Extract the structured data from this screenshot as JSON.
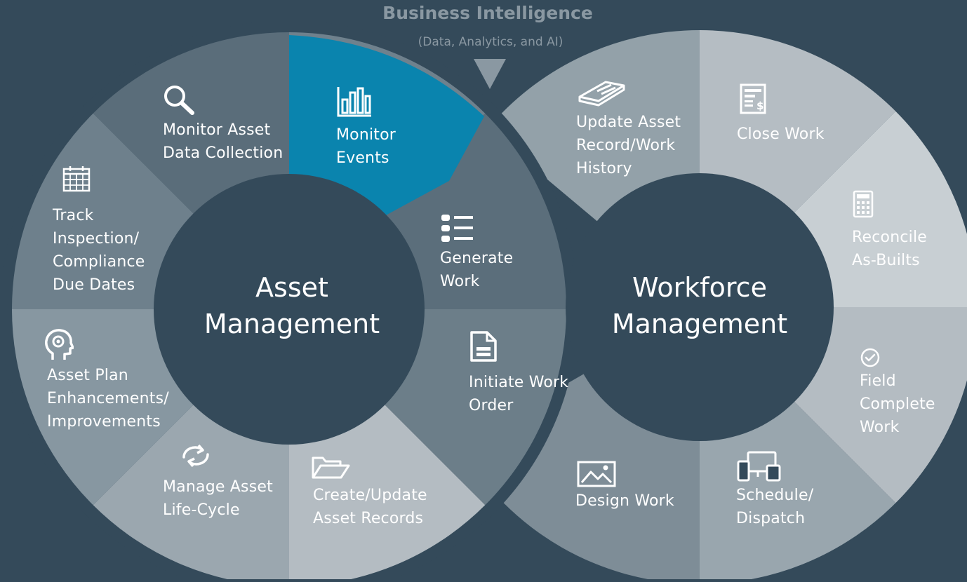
{
  "header": {
    "title": "Business Intelligence",
    "subtitle": "(Data, Analytics, and AI)"
  },
  "asset_management": {
    "title": "Asset\nManagement",
    "segments": [
      {
        "label": "Monitor Asset\nData Collection",
        "icon": "magnifier-icon"
      },
      {
        "label": "Monitor\nEvents",
        "icon": "bar-chart-icon"
      },
      {
        "label": "Generate\nWork",
        "icon": "list-icon"
      },
      {
        "label": "Initiate Work\nOrder",
        "icon": "document-icon"
      },
      {
        "label": "Create/Update\nAsset Records",
        "icon": "folder-icon"
      },
      {
        "label": "Manage Asset\nLife-Cycle",
        "icon": "cycle-icon"
      },
      {
        "label": "Asset Plan\nEnhancements/\nImprovements",
        "icon": "head-gear-icon"
      },
      {
        "label": "Track\nInspection/\nCompliance\nDue Dates",
        "icon": "calendar-icon"
      }
    ]
  },
  "workforce_management": {
    "title": "Workforce\nManagement",
    "segments": [
      {
        "label": "Update Asset\nRecord/Work\nHistory",
        "icon": "book-icon"
      },
      {
        "label": "Close Work",
        "icon": "invoice-icon"
      },
      {
        "label": "Reconcile\nAs-Builts",
        "icon": "calculator-icon"
      },
      {
        "label": "Field\nComplete\nWork",
        "icon": "check-circle-icon"
      },
      {
        "label": "Schedule/\nDispatch",
        "icon": "devices-icon"
      },
      {
        "label": "Design Work",
        "icon": "image-icon"
      }
    ]
  },
  "colors": {
    "background": "#344a5a",
    "highlight": "#0a84ae",
    "header_text": "#8a98a2"
  }
}
